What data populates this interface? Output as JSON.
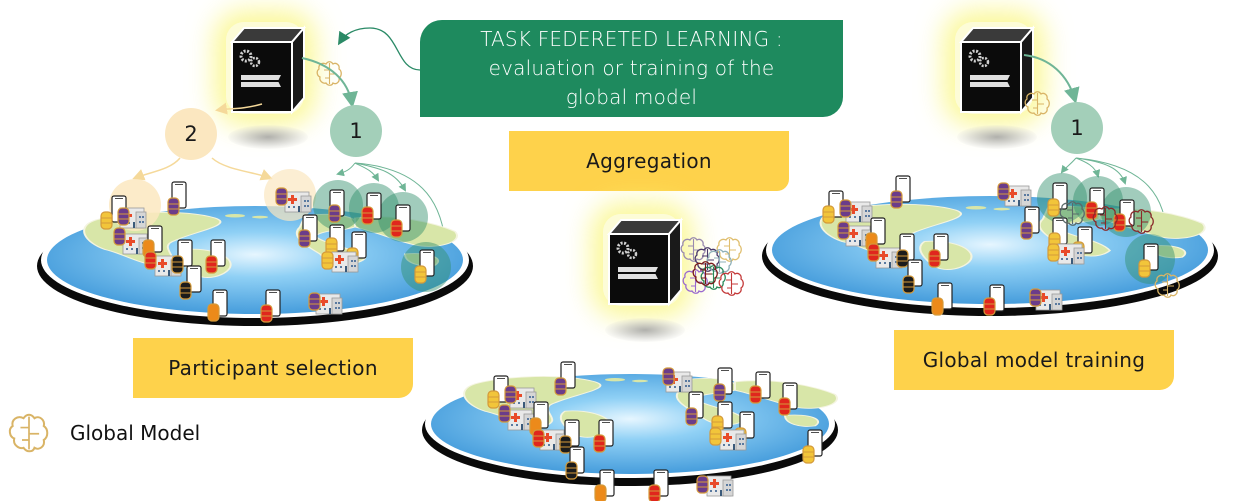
{
  "diagram": {
    "title_box": {
      "line1": "TASK FEDERETED LEARNING  :",
      "line2": "evaluation or training of the",
      "line3": "global model",
      "color": "#1e8a5e"
    },
    "stages": [
      {
        "id": "participant-selection",
        "label": "Participant selection"
      },
      {
        "id": "aggregation",
        "label": "Aggregation"
      },
      {
        "id": "global-model-training",
        "label": "Global model training"
      }
    ],
    "steps": {
      "left_green": "1",
      "left_tan": "2",
      "right_green": "1"
    },
    "legend": {
      "icon": "brain-icon",
      "label": "Global Model"
    },
    "nodes": {
      "server_icon": "server-icon",
      "device_icons": [
        "smartphone-icon",
        "database-icon",
        "hospital-icon"
      ]
    },
    "colors": {
      "label_yellow": "#fed24b",
      "step_green": "#a3cfb9",
      "step_tan": "#fbe7c0",
      "brain_gold": "#d9b466",
      "ocean_blue": "#4fa9e6",
      "land_green": "#d8e6a8"
    }
  }
}
